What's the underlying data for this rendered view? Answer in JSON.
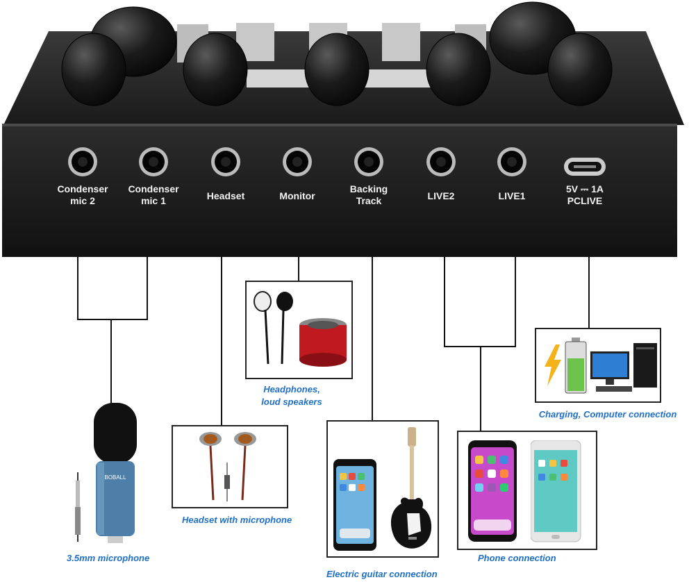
{
  "ports": [
    {
      "line1": "Condenser",
      "line2": "mic 2"
    },
    {
      "line1": "Condenser",
      "line2": "mic 1"
    },
    {
      "line1": "Headset",
      "line2": ""
    },
    {
      "line1": "Monitor",
      "line2": ""
    },
    {
      "line1": "Backing",
      "line2": "Track"
    },
    {
      "line1": "LIVE2",
      "line2": ""
    },
    {
      "line1": "LIVE1",
      "line2": ""
    },
    {
      "line1": "5V ⎓ 1A",
      "line2": "PCLIVE"
    }
  ],
  "device_labels": {
    "mic_brand": "BOBALL"
  },
  "captions": {
    "microphone": "3.5mm microphone",
    "headset": "Headset with microphone",
    "headphones_line1": "Headphones,",
    "headphones_line2": "loud speakers",
    "guitar": "Electric guitar connection",
    "phone": "Phone connection",
    "charging": "Charging, Computer connection"
  },
  "colors": {
    "caption": "#1f6fc4",
    "panel": "#1c1c1c",
    "battery_green": "#6cc24a",
    "bolt": "#f4b21b",
    "speaker_red": "#c0191f"
  }
}
